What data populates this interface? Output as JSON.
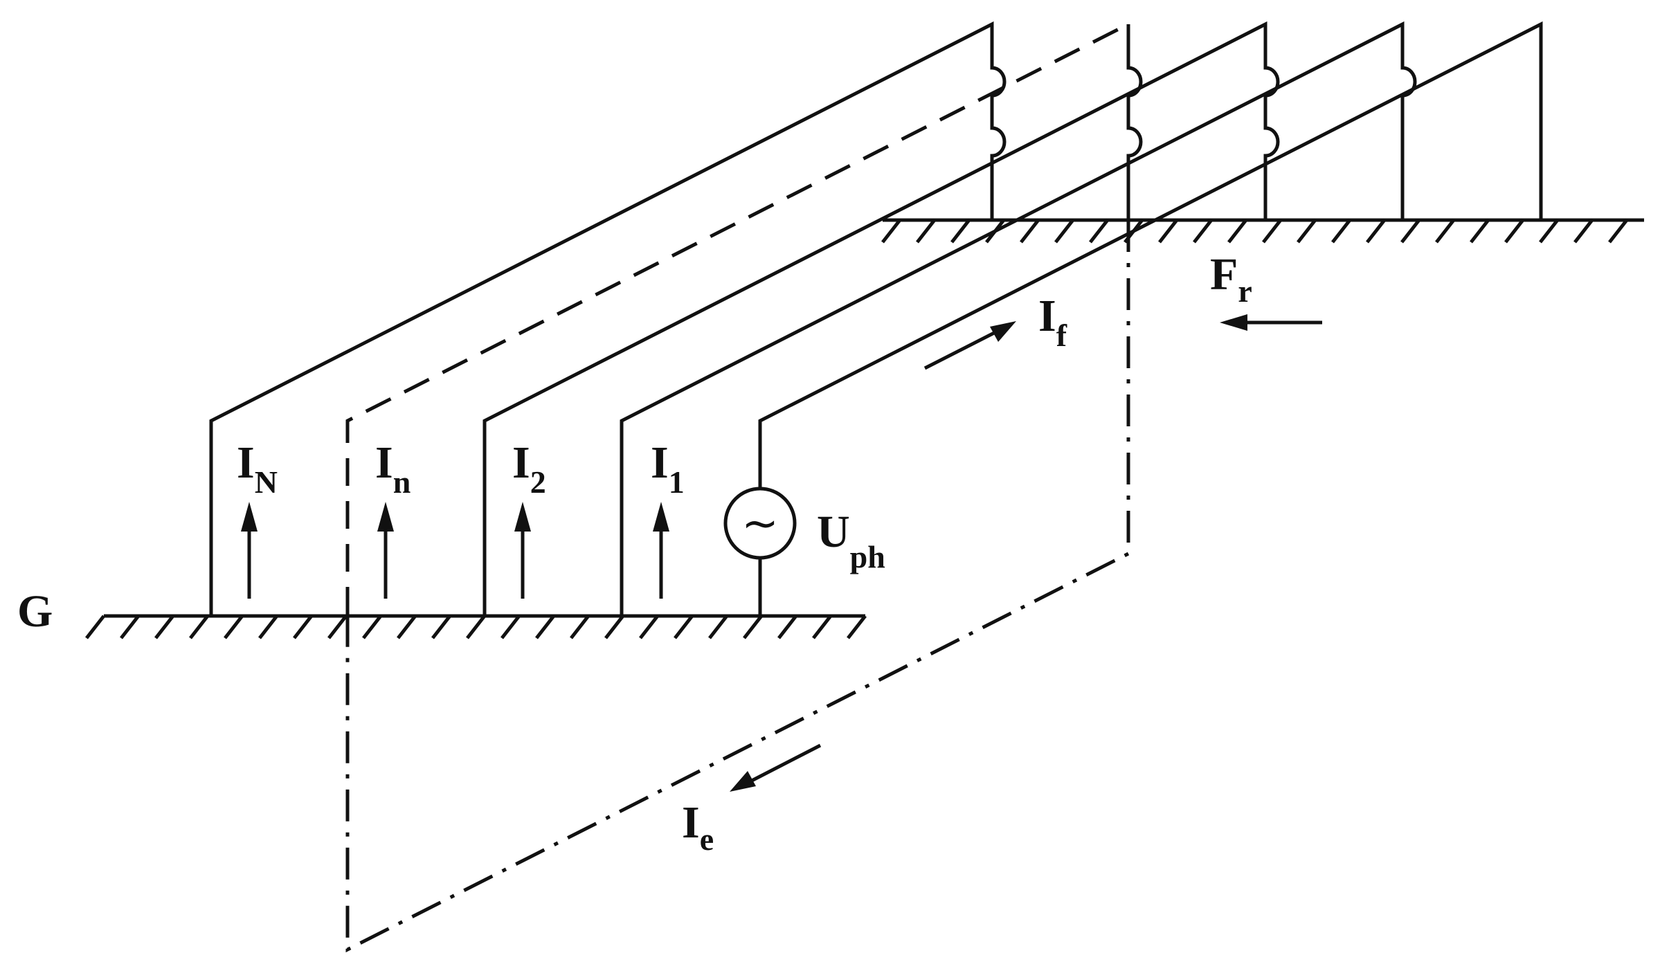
{
  "labels": {
    "ground": "G",
    "currents": [
      {
        "main": "I",
        "sub": "N"
      },
      {
        "main": "I",
        "sub": "n"
      },
      {
        "main": "I",
        "sub": "2"
      },
      {
        "main": "I",
        "sub": "1"
      }
    ],
    "source": {
      "main": "U",
      "sub": "ph"
    },
    "source_symbol": "~",
    "fault_current": {
      "main": "I",
      "sub": "f"
    },
    "earth_current": {
      "main": "I",
      "sub": "e"
    },
    "far_end": {
      "main": "F",
      "sub": "r"
    }
  }
}
